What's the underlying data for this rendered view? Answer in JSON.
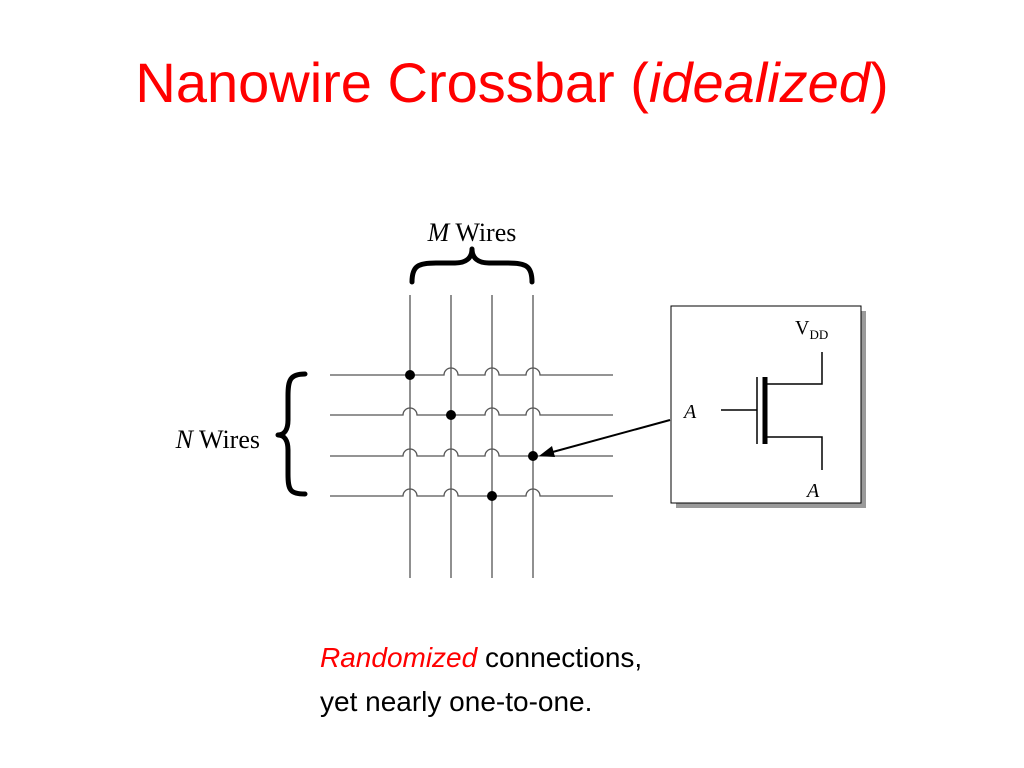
{
  "slide": {
    "title_main": "Nanowire Crossbar (",
    "title_italic": "idealized",
    "title_end": ")"
  },
  "diagram": {
    "m_label_var": "M",
    "m_label_text": " Wires",
    "n_label_var": "N",
    "n_label_text": " Wires",
    "transistor": {
      "vdd_main": "V",
      "vdd_sub": "DD",
      "gate_label": "A",
      "out_label": "A"
    }
  },
  "caption": {
    "line1_emph": "Randomized",
    "line1_rest": " connections,",
    "line2": "yet nearly one-to-one."
  },
  "colors": {
    "accent": "#ff0000",
    "ink": "#000000",
    "wire": "#555555"
  }
}
